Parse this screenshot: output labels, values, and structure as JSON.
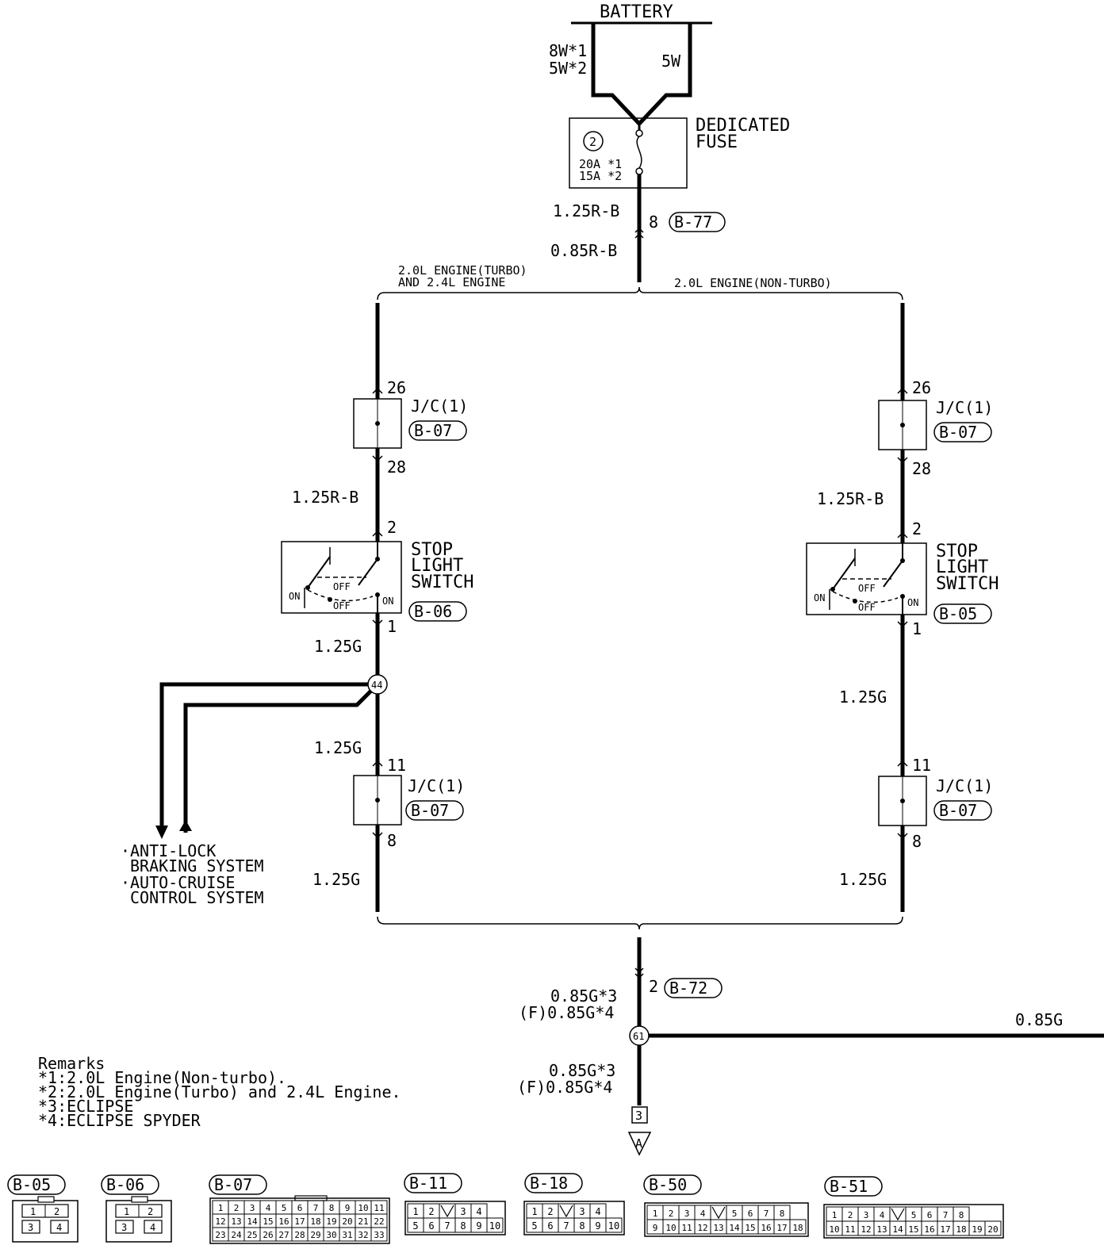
{
  "battery": {
    "label": "BATTERY",
    "wire_left_line1": "8W*1",
    "wire_left_line2": "5W*2",
    "wire_right": "5W"
  },
  "fuse": {
    "number": "2",
    "rating_line1": "20A *1",
    "rating_line2": "15A *2",
    "name_line1": "DEDICATED",
    "name_line2": "FUSE"
  },
  "main_feed": {
    "wire_upper": "1.25R-B",
    "wire_lower": "0.85R-B",
    "pin": "8",
    "connector": "B-77"
  },
  "branches": {
    "left_line1": "2.0L ENGINE(TURBO)",
    "left_line2": "AND 2.4L ENGINE",
    "right": "2.0L ENGINE(NON-TURBO)"
  },
  "left": {
    "jc_top": {
      "pin_in": "26",
      "pin_out": "28",
      "name": "J/C(1)",
      "connector": "B-07"
    },
    "wire_after_jc": "1.25R-B",
    "switch": {
      "pin_in": "2",
      "pin_out": "1",
      "name_line1": "STOP",
      "name_line2": "LIGHT",
      "name_line3": "SWITCH",
      "connector": "B-06",
      "on": "ON",
      "off": "OFF"
    },
    "wire_after_switch": "1.25G",
    "splice": "44",
    "wire_after_splice": "1.25G",
    "jc_bottom": {
      "pin_in": "11",
      "pin_out": "8",
      "name": "J/C(1)",
      "connector": "B-07"
    },
    "wire_bottom": "1.25G",
    "destinations": [
      "ANTI-LOCK",
      "BRAKING SYSTEM",
      "AUTO-CRUISE",
      "CONTROL SYSTEM"
    ]
  },
  "right": {
    "jc_top": {
      "pin_in": "26",
      "pin_out": "28",
      "name": "J/C(1)",
      "connector": "B-07"
    },
    "wire_after_jc": "1.25R-B",
    "switch": {
      "pin_in": "2",
      "pin_out": "1",
      "name_line1": "STOP",
      "name_line2": "LIGHT",
      "name_line3": "SWITCH",
      "connector": "B-05",
      "on": "ON",
      "off": "OFF"
    },
    "wire_after_switch": "1.25G",
    "jc_bottom": {
      "pin_in": "11",
      "pin_out": "8",
      "name": "J/C(1)",
      "connector": "B-07"
    },
    "wire_bottom": "1.25G"
  },
  "output": {
    "pin": "2",
    "connector": "B-72",
    "wire_a_line1": "0.85G*3",
    "wire_a_line2": "(F)0.85G*4",
    "splice": "61",
    "wire_right": "0.85G",
    "wire_b_line1": "0.85G*3",
    "wire_b_line2": "(F)0.85G*4",
    "terminal": "3",
    "continuation": "A"
  },
  "remarks": {
    "title": "Remarks",
    "lines": [
      "*1:2.0L Engine(Non-turbo).",
      "*2:2.0L Engine(Turbo) and 2.4L Engine.",
      "*3:ECLIPSE",
      "*4:ECLIPSE SPYDER"
    ]
  },
  "connector_views": [
    {
      "id": "B-05",
      "rows": [
        [
          "1",
          "2"
        ],
        [
          "3",
          "4"
        ]
      ]
    },
    {
      "id": "B-06",
      "rows": [
        [
          "1",
          "2"
        ],
        [
          "3",
          "4"
        ]
      ]
    },
    {
      "id": "B-07",
      "rows": [
        [
          "1",
          "2",
          "3",
          "4",
          "5",
          "6",
          "7",
          "8",
          "9",
          "10",
          "11"
        ],
        [
          "12",
          "13",
          "14",
          "15",
          "16",
          "17",
          "18",
          "19",
          "20",
          "21",
          "22"
        ],
        [
          "23",
          "24",
          "25",
          "26",
          "27",
          "28",
          "29",
          "30",
          "31",
          "32",
          "33"
        ]
      ]
    },
    {
      "id": "B-11",
      "rows": [
        [
          "1",
          "2",
          "",
          "3",
          "4"
        ],
        [
          "5",
          "6",
          "7",
          "8",
          "9",
          "10"
        ]
      ]
    },
    {
      "id": "B-18",
      "rows": [
        [
          "1",
          "2",
          "",
          "3",
          "4"
        ],
        [
          "5",
          "6",
          "7",
          "8",
          "9",
          "10"
        ]
      ]
    },
    {
      "id": "B-50",
      "rows": [
        [
          "1",
          "2",
          "3",
          "4",
          "",
          "5",
          "6",
          "7",
          "8"
        ],
        [
          "9",
          "10",
          "11",
          "12",
          "13",
          "14",
          "15",
          "16",
          "17",
          "18"
        ]
      ]
    },
    {
      "id": "B-51",
      "rows": [
        [
          "1",
          "2",
          "3",
          "4",
          "",
          "5",
          "6",
          "7",
          "8"
        ],
        [
          "10",
          "11",
          "12",
          "13",
          "14",
          "15",
          "16",
          "17",
          "18",
          "19",
          "20"
        ]
      ]
    }
  ]
}
